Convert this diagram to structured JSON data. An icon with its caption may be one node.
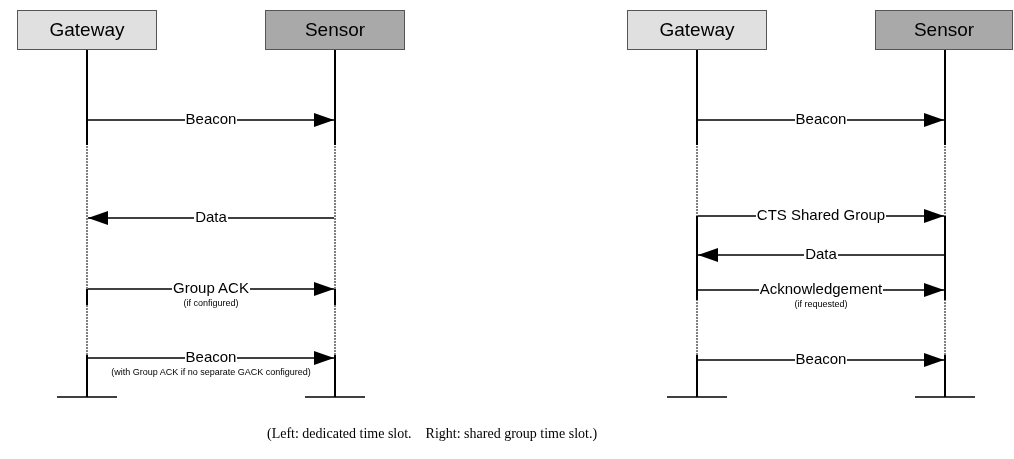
{
  "diagram": {
    "caption": "(Left: dedicated time slot.    Right: shared group time slot.)",
    "nodes": [
      {
        "text": [
          "Gateway"
        ]
      },
      {
        "text": [
          "Sensor"
        ]
      },
      {
        "text": [
          "Gateway"
        ]
      },
      {
        "text": [
          "Sensor"
        ]
      },
      {
        "text": [],
        "shape": "line"
      },
      {
        "text": [],
        "shape": "line"
      },
      {
        "text": [],
        "shape": "line"
      },
      {
        "text": [],
        "shape": "line"
      }
    ],
    "edges": [
      {
        "from": 4,
        "to": 5,
        "arrow": "to",
        "label": "Beacon"
      },
      {
        "from": 5,
        "to": 4,
        "arrow": "to",
        "label": "Data"
      },
      {
        "from": 4,
        "to": 5,
        "arrow": "to",
        "label": "Group ACK"
      },
      {
        "from": 4,
        "to": 5,
        "arrow": "to",
        "label": "Beacon"
      },
      {
        "from": 6,
        "to": 7,
        "arrow": "to",
        "label": "Beacon"
      },
      {
        "from": 6,
        "to": 7,
        "arrow": "to",
        "label": "CTS Shared Group"
      },
      {
        "from": 7,
        "to": 6,
        "arrow": "to",
        "label": "Data"
      },
      {
        "from": 6,
        "to": 7,
        "arrow": "to",
        "label": "Acknowledgement"
      },
      {
        "from": 6,
        "to": 7,
        "arrow": "to",
        "label": "Beacon"
      }
    ],
    "labels": [
      "(if configured)",
      "(with Group ACK if no separate GACK configured)",
      "(if requested)"
    ]
  }
}
